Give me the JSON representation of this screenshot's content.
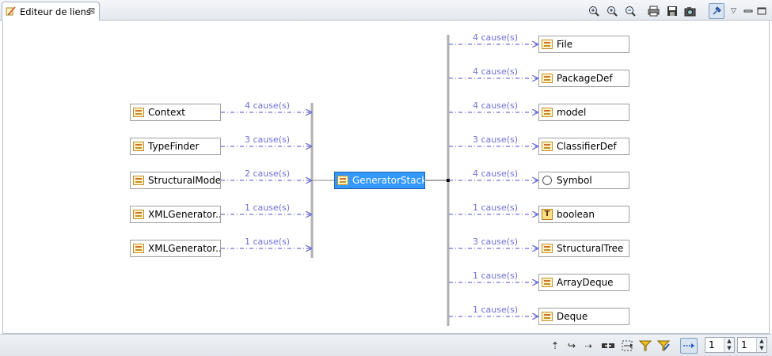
{
  "editor": {
    "tab_title": "Editeur de liens"
  },
  "center": {
    "label": "GeneratorStack"
  },
  "incoming": [
    {
      "label": "Context",
      "causes": "4 cause(s)",
      "icon": "class-icon"
    },
    {
      "label": "TypeFinder",
      "causes": "3 cause(s)",
      "icon": "class-icon"
    },
    {
      "label": "StructuralModel",
      "causes": "2 cause(s)",
      "icon": "class-icon"
    },
    {
      "label": "XMLGenerator...",
      "causes": "1 cause(s)",
      "icon": "class-icon"
    },
    {
      "label": "XMLGenerator...",
      "causes": "1 cause(s)",
      "icon": "class-icon"
    }
  ],
  "outgoing": [
    {
      "label": "File",
      "causes": "4 cause(s)",
      "icon": "class-icon"
    },
    {
      "label": "PackageDef",
      "causes": "4 cause(s)",
      "icon": "class-icon"
    },
    {
      "label": "model",
      "causes": "4 cause(s)",
      "icon": "class-icon"
    },
    {
      "label": "ClassifierDef",
      "causes": "3 cause(s)",
      "icon": "class-icon"
    },
    {
      "label": "Symbol",
      "causes": "4 cause(s)",
      "icon": "symbol-icon"
    },
    {
      "label": "boolean",
      "causes": "1 cause(s)",
      "icon": "type-icon",
      "icon_text": "T"
    },
    {
      "label": "StructuralTree",
      "causes": "3 cause(s)",
      "icon": "class-icon"
    },
    {
      "label": "ArrayDeque",
      "causes": "1 cause(s)",
      "icon": "class-icon"
    },
    {
      "label": "Deque",
      "causes": "1 cause(s)",
      "icon": "class-icon"
    }
  ],
  "toolbar": {
    "icons": [
      "zoom-in-icon",
      "zoom-in-plus-icon",
      "zoom-out-icon",
      "print-icon",
      "save-icon",
      "screenshot-icon",
      "pin-icon",
      "view-menu-icon",
      "minimize-icon",
      "maximize-icon"
    ]
  },
  "bottom": {
    "icons": [
      "up-arrow-icon",
      "corner-arrow-icon",
      "dotted-arrow-icon",
      "link-icon",
      "expand-icon",
      "filter-icon",
      "filter-edit-icon",
      "layout-toggle-icon"
    ],
    "depth_in": "1",
    "depth_out": "1"
  },
  "colors": {
    "edge": "#7070d8",
    "selected_node": "#3399ff",
    "bus": "#b0b0b0"
  }
}
